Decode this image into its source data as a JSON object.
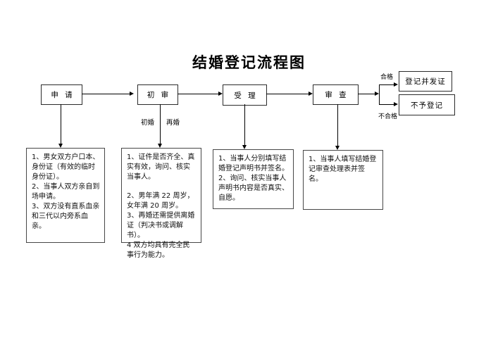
{
  "page": {
    "title": "结婚登记流程图"
  },
  "flow": {
    "steps": [
      {
        "id": "apply",
        "label": "申 请"
      },
      {
        "id": "initial-review",
        "label": "初 审"
      },
      {
        "id": "accept",
        "label": "受 理"
      },
      {
        "id": "review",
        "label": "审 查"
      }
    ],
    "branch": {
      "pass_label": "合格",
      "fail_label": "不合格"
    },
    "outcomes": [
      {
        "id": "register",
        "label": "登记并发证"
      },
      {
        "id": "reject",
        "label": "不予登记"
      }
    ],
    "edge_labels": {
      "first_marriage": "初婚",
      "remarriage": "再婚"
    }
  },
  "details": {
    "apply": {
      "items": [
        "1、男女双方户口本、身份证（有效的临时身份证）。",
        "2、当事人双方亲自到场申请。",
        "3、双方没有直系血亲和三代以内旁系血亲。"
      ]
    },
    "initial_review": {
      "items": [
        "1、证件是否齐全、真实有效，询问、核实当事人。",
        "2、男年满 22 周岁，女年满 20 周岁。",
        "3、再婚还需提供离婚证（判决书或调解书）。",
        "4 双方均具有完全民事行为能力。"
      ]
    },
    "accept": {
      "items": [
        "1、当事人分别填写结婚登记声明书并签名。",
        "2、询问、核实当事人声明书内容是否真实、自愿。"
      ]
    },
    "review": {
      "items": [
        "1、当事人填写结婚登记审查处理表并签名。"
      ]
    }
  },
  "colors": {
    "line": "#000000",
    "border": "#474747",
    "background": "#ffffff"
  }
}
